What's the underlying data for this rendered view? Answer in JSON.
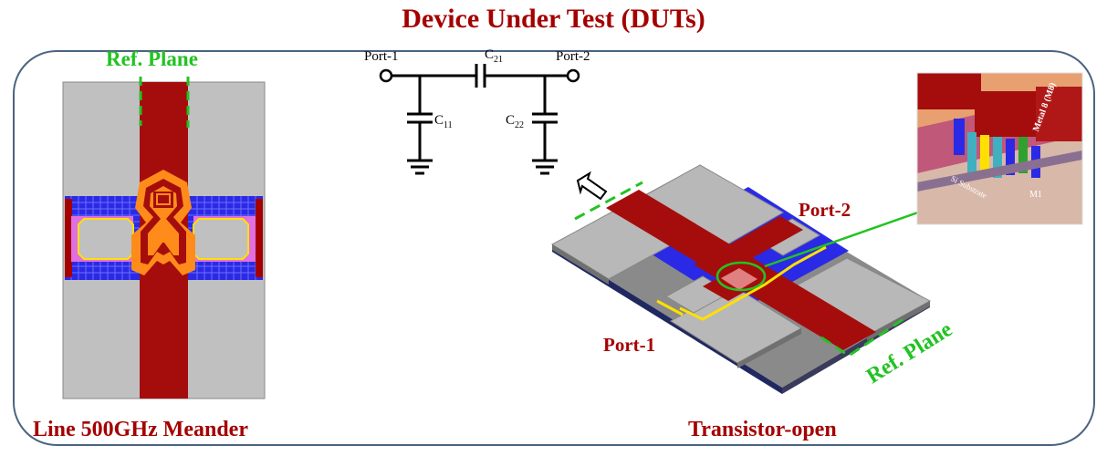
{
  "title": "Device Under Test (DUTs)",
  "left_panel": {
    "ref_plane_label": "Ref. Plane",
    "caption": "Line 500GHz Meander"
  },
  "schematic": {
    "port1": "Port-1",
    "port2": "Port-2",
    "c21": "C",
    "c21_sub": "21",
    "c11": "C",
    "c11_sub": "11",
    "c22": "C",
    "c22_sub": "22"
  },
  "right_panel": {
    "port1_label": "Port-1",
    "port2_label": "Port-2",
    "ref_plane_label": "Ref. Plane",
    "caption": "Transistor-open",
    "inset_metal8": "Metal 8 (M8)",
    "inset_substrate": "Si Substrate",
    "inset_m1": "M1"
  },
  "colors": {
    "dark_red": "#a40000",
    "green": "#22c322",
    "gray_pad": "#c0c0c0",
    "blue_mesh": "#2828e0",
    "orange": "#ff8c1a",
    "frame": "#4a6480"
  }
}
